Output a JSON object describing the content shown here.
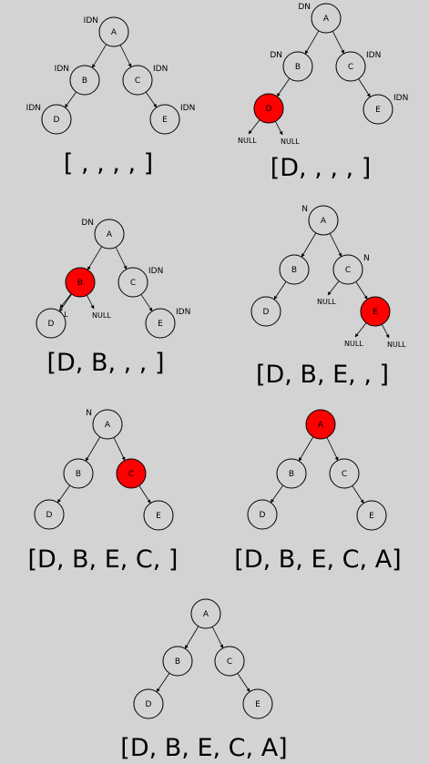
{
  "colors": {
    "background": "#d3d3d3",
    "node_fill": "#d3d3d3",
    "highlight": "#ff0000",
    "stroke": "#000000"
  },
  "null_label": "NULL",
  "steps": [
    {
      "visited": "",
      "tags": {
        "A": "IDN",
        "B": "IDN",
        "C": "IDN",
        "D": "IDN",
        "E": "IDN"
      },
      "nulls": [],
      "result": "[ , , , , ]"
    },
    {
      "visited": "D",
      "tags": {
        "A": "DN",
        "B": "DN",
        "C": "IDN",
        "E": "IDN"
      },
      "nulls": [
        "D"
      ],
      "result": "[D, , , , ]"
    },
    {
      "visited": "B",
      "tags": {
        "A": "DN",
        "C": "IDN",
        "E": "IDN"
      },
      "nulls": [
        "B"
      ],
      "result": "[D, B, , , ]"
    },
    {
      "visited": "E",
      "tags": {
        "A": "N",
        "C": "N"
      },
      "nulls": [
        "C",
        "E"
      ],
      "result": "[D, B, E, , ]"
    },
    {
      "visited": "C",
      "tags": {
        "A": "N"
      },
      "nulls": [],
      "result": "[D, B, E, C, ]"
    },
    {
      "visited": "A",
      "tags": {},
      "nulls": [],
      "result": "[D, B, E, C, A]"
    },
    {
      "visited": "",
      "tags": {},
      "nulls": [],
      "result": "[D, B, E, C, A]"
    }
  ]
}
